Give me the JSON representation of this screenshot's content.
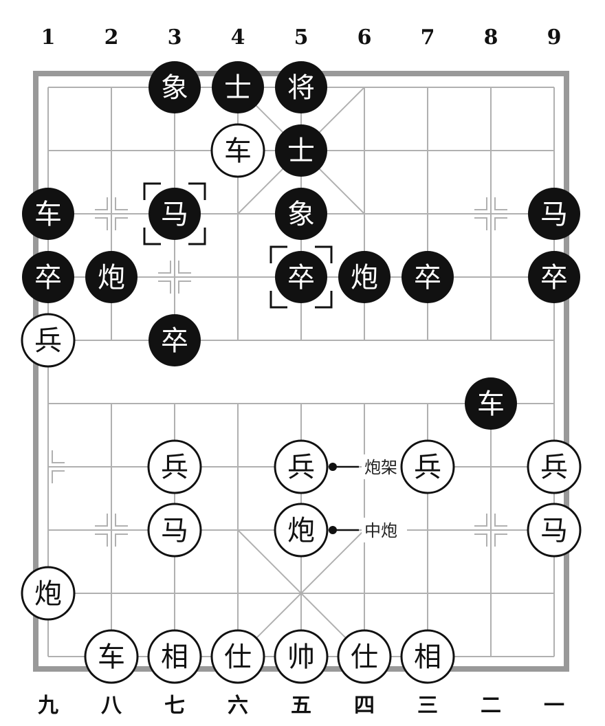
{
  "top_coords": [
    "1",
    "2",
    "3",
    "4",
    "5",
    "6",
    "7",
    "8",
    "9"
  ],
  "bottom_coords": [
    "九",
    "八",
    "七",
    "六",
    "五",
    "四",
    "三",
    "二",
    "一"
  ],
  "pieces": [
    {
      "label": "象",
      "color": "black",
      "col": 3,
      "row": 0
    },
    {
      "label": "士",
      "color": "black",
      "col": 4,
      "row": 0
    },
    {
      "label": "将",
      "color": "black",
      "col": 5,
      "row": 0
    },
    {
      "label": "车",
      "color": "red",
      "col": 4,
      "row": 1
    },
    {
      "label": "士",
      "color": "black",
      "col": 5,
      "row": 1
    },
    {
      "label": "车",
      "color": "black",
      "col": 1,
      "row": 2
    },
    {
      "label": "马",
      "color": "black",
      "col": 3,
      "row": 2
    },
    {
      "label": "象",
      "color": "black",
      "col": 5,
      "row": 2
    },
    {
      "label": "马",
      "color": "black",
      "col": 9,
      "row": 2
    },
    {
      "label": "卒",
      "color": "black",
      "col": 1,
      "row": 3
    },
    {
      "label": "炮",
      "color": "black",
      "col": 2,
      "row": 3
    },
    {
      "label": "卒",
      "color": "black",
      "col": 5,
      "row": 3
    },
    {
      "label": "炮",
      "color": "black",
      "col": 6,
      "row": 3
    },
    {
      "label": "卒",
      "color": "black",
      "col": 7,
      "row": 3
    },
    {
      "label": "卒",
      "color": "black",
      "col": 9,
      "row": 3
    },
    {
      "label": "兵",
      "color": "red",
      "col": 1,
      "row": 4
    },
    {
      "label": "卒",
      "color": "black",
      "col": 3,
      "row": 4
    },
    {
      "label": "车",
      "color": "black",
      "col": 8,
      "row": 5
    },
    {
      "label": "兵",
      "color": "red",
      "col": 3,
      "row": 6
    },
    {
      "label": "兵",
      "color": "red",
      "col": 5,
      "row": 6
    },
    {
      "label": "兵",
      "color": "red",
      "col": 7,
      "row": 6
    },
    {
      "label": "兵",
      "color": "red",
      "col": 9,
      "row": 6
    },
    {
      "label": "马",
      "color": "red",
      "col": 3,
      "row": 7
    },
    {
      "label": "炮",
      "color": "red",
      "col": 5,
      "row": 7
    },
    {
      "label": "马",
      "color": "red",
      "col": 9,
      "row": 7
    },
    {
      "label": "炮",
      "color": "red",
      "col": 1,
      "row": 8
    },
    {
      "label": "车",
      "color": "red",
      "col": 2,
      "row": 9
    },
    {
      "label": "相",
      "color": "red",
      "col": 3,
      "row": 9
    },
    {
      "label": "仕",
      "color": "red",
      "col": 4,
      "row": 9
    },
    {
      "label": "帅",
      "color": "red",
      "col": 5,
      "row": 9
    },
    {
      "label": "仕",
      "color": "red",
      "col": 6,
      "row": 9
    },
    {
      "label": "相",
      "color": "red",
      "col": 7,
      "row": 9
    }
  ],
  "annotations": [
    {
      "text": "炮架",
      "col": 5,
      "row": 6
    },
    {
      "text": "中炮",
      "col": 5,
      "row": 7
    }
  ],
  "highlights": [
    {
      "col": 3,
      "row": 2
    },
    {
      "col": 5,
      "row": 3
    }
  ],
  "colors": {
    "board_frame": "#999999",
    "grid_line": "#b0b0b0",
    "black_piece": "#111111",
    "red_piece_fill": "#ffffff",
    "piece_outline": "#111111"
  }
}
